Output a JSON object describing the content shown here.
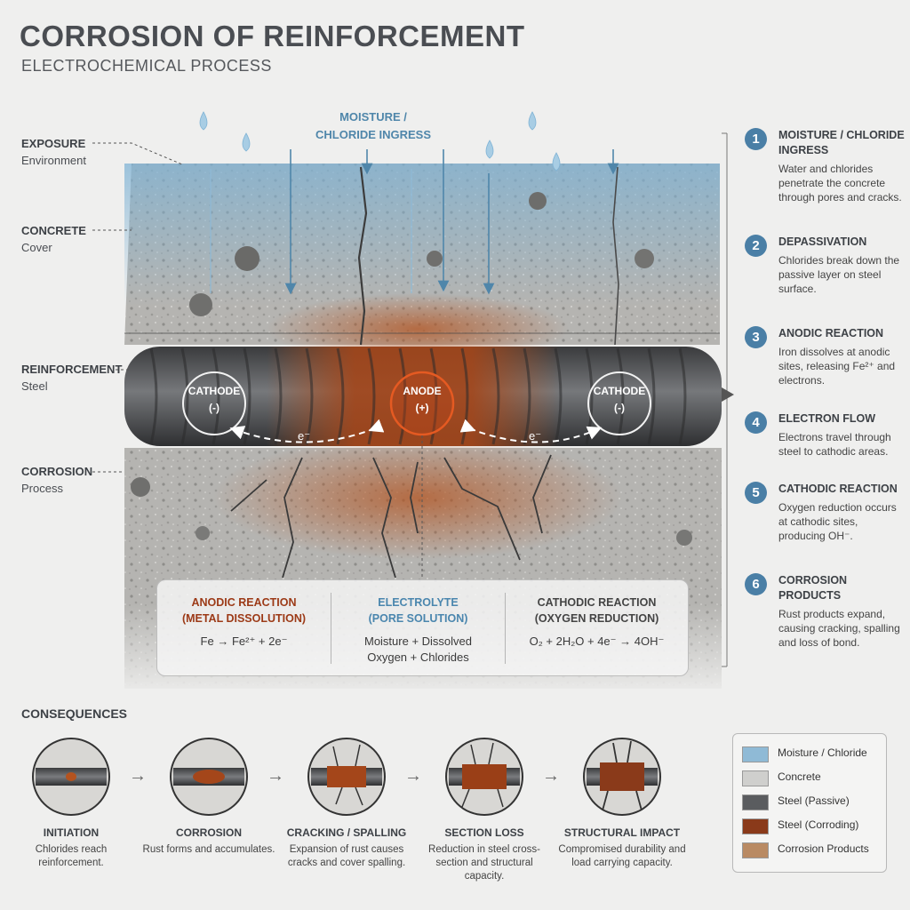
{
  "title": "CORROSION OF REINFORCEMENT",
  "subtitle": "ELECTROCHEMICAL PROCESS",
  "left_labels": [
    {
      "head": "EXPOSURE",
      "sub": "Environment"
    },
    {
      "head": "CONCRETE",
      "sub": "Cover"
    },
    {
      "head": "REINFORCEMENT",
      "sub": "Steel"
    },
    {
      "head": "CORROSION",
      "sub": "Process"
    }
  ],
  "ingress_label": {
    "line1": "MOISTURE /",
    "line2": "CHLORIDE INGRESS"
  },
  "rebar_labels": {
    "cathode_left": {
      "line1": "CATHODE",
      "line2": "(-)"
    },
    "anode": {
      "line1": "ANODE",
      "line2": "(+)"
    },
    "cathode_right": {
      "line1": "CATHODE",
      "line2": "(-)"
    },
    "electron": "e⁻"
  },
  "steps": [
    {
      "num": "1",
      "title": "MOISTURE / CHLORIDE INGRESS",
      "desc": "Water and chlorides penetrate the concrete through pores and cracks."
    },
    {
      "num": "2",
      "title": "DEPASSIVATION",
      "desc": "Chlorides break down the passive layer on steel surface."
    },
    {
      "num": "3",
      "title": "ANODIC REACTION",
      "desc": "Iron dissolves at anodic sites, releasing Fe²⁺ and electrons."
    },
    {
      "num": "4",
      "title": "ELECTRON FLOW",
      "desc": "Electrons travel through steel to cathodic areas."
    },
    {
      "num": "5",
      "title": "CATHODIC REACTION",
      "desc": "Oxygen reduction occurs at cathodic sites, producing OH⁻."
    },
    {
      "num": "6",
      "title": "CORROSION PRODUCTS",
      "desc": "Rust products expand, causing cracking, spalling and loss of bond."
    }
  ],
  "equations": {
    "anodic": {
      "head1": "ANODIC REACTION",
      "head2": "(METAL DISSOLUTION)",
      "body": "Fe → Fe²⁺ + 2e⁻"
    },
    "electrolyte": {
      "head1": "ELECTROLYTE",
      "head2": "(PORE SOLUTION)",
      "body1": "Moisture + Dissolved",
      "body2": "Oxygen + Chlorides"
    },
    "cathodic": {
      "head1": "CATHODIC REACTION",
      "head2": "(OXYGEN REDUCTION)",
      "body": "O₂ + 2H₂O + 4e⁻ → 4OH⁻"
    }
  },
  "consequences_title": "CONSEQUENCES",
  "consequences": [
    {
      "title": "INITIATION",
      "desc": "Chlorides reach reinforcement."
    },
    {
      "title": "CORROSION",
      "desc": "Rust forms and accumulates."
    },
    {
      "title": "CRACKING / SPALLING",
      "desc": "Expansion of rust causes cracks and cover spalling."
    },
    {
      "title": "SECTION LOSS",
      "desc": "Reduction in steel cross-section and structural capacity."
    },
    {
      "title": "STRUCTURAL IMPACT",
      "desc": "Compromised durability and load carrying capacity."
    }
  ],
  "legend": [
    {
      "label": "Moisture / Chloride",
      "color": "#8fbad6"
    },
    {
      "label": "Concrete",
      "color": "#cfcfcd"
    },
    {
      "label": "Steel (Passive)",
      "color": "#5a5c5f"
    },
    {
      "label": "Steel (Corroding)",
      "color": "#8a3a1a"
    },
    {
      "label": "Corrosion Products",
      "color": "#b98a63"
    }
  ],
  "colors": {
    "accent_blue": "#4a7fa6",
    "rust": "#b6461c",
    "steel": "#55575a",
    "concrete": "#b9b8b5"
  }
}
